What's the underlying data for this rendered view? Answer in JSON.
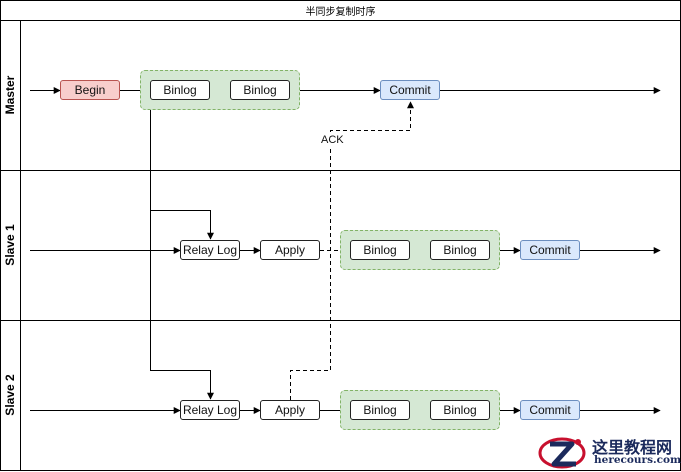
{
  "diagram": {
    "title": "半同步复制时序",
    "lanes": [
      {
        "label": "Master"
      },
      {
        "label": "Slave 1"
      },
      {
        "label": "Slave 2"
      }
    ],
    "master": {
      "begin": "Begin",
      "binlog_a": "Binlog",
      "binlog_b": "Binlog",
      "commit": "Commit"
    },
    "slave1": {
      "relay": "Relay Log",
      "apply": "Apply",
      "binlog_a": "Binlog",
      "binlog_b": "Binlog",
      "commit": "Commit"
    },
    "slave2": {
      "relay": "Relay Log",
      "apply": "Apply",
      "binlog_a": "Binlog",
      "binlog_b": "Binlog",
      "commit": "Commit"
    },
    "ack_label": "ACK"
  },
  "colors": {
    "begin_fill": "#f8cecc",
    "commit_fill": "#dae8fc",
    "group_fill": "#d5e8d4",
    "line": "#000000"
  },
  "watermark": {
    "name": "这里教程网",
    "url": "herecours.com"
  }
}
